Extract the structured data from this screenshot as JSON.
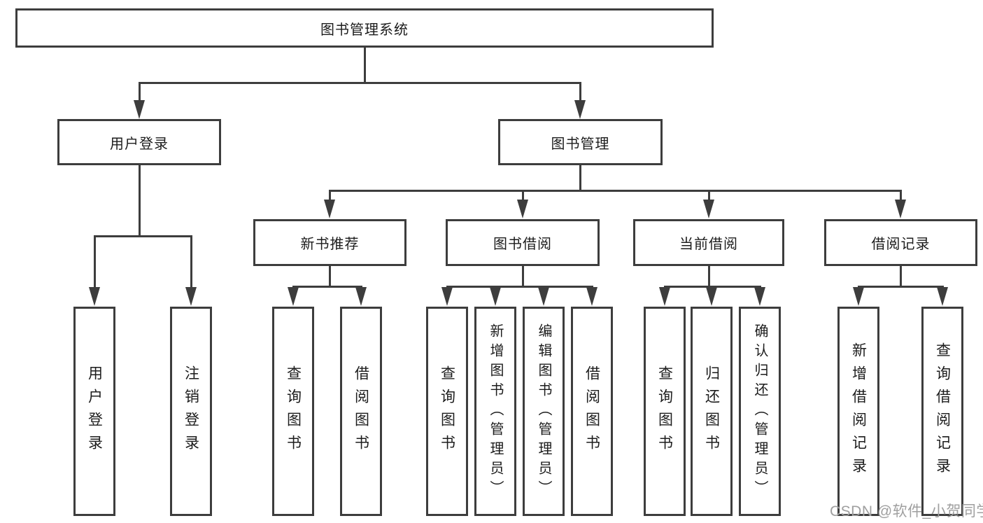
{
  "tree": {
    "root": "图书管理系统",
    "children": [
      {
        "label": "用户登录",
        "children": [
          {
            "label": "用户登录"
          },
          {
            "label": "注销登录"
          }
        ]
      },
      {
        "label": "图书管理",
        "children": [
          {
            "label": "新书推荐",
            "children": [
              {
                "label": "查询图书"
              },
              {
                "label": "借阅图书"
              }
            ]
          },
          {
            "label": "图书借阅",
            "children": [
              {
                "label": "查询图书"
              },
              {
                "label": "新增图书（管理员）"
              },
              {
                "label": "编辑图书（管理员）"
              },
              {
                "label": "借阅图书"
              }
            ]
          },
          {
            "label": "当前借阅",
            "children": [
              {
                "label": "查询图书"
              },
              {
                "label": "归还图书"
              },
              {
                "label": "确认归还（管理员）"
              }
            ]
          },
          {
            "label": "借阅记录",
            "children": [
              {
                "label": "新增借阅记录"
              },
              {
                "label": "查询借阅记录"
              }
            ]
          }
        ]
      }
    ]
  },
  "colors": {
    "line": "#3d3d3d",
    "text": "#1c1c1c",
    "watermark": "#9f9f9f"
  },
  "watermark": {
    "text": "CSDN @软件_小贺同学"
  }
}
